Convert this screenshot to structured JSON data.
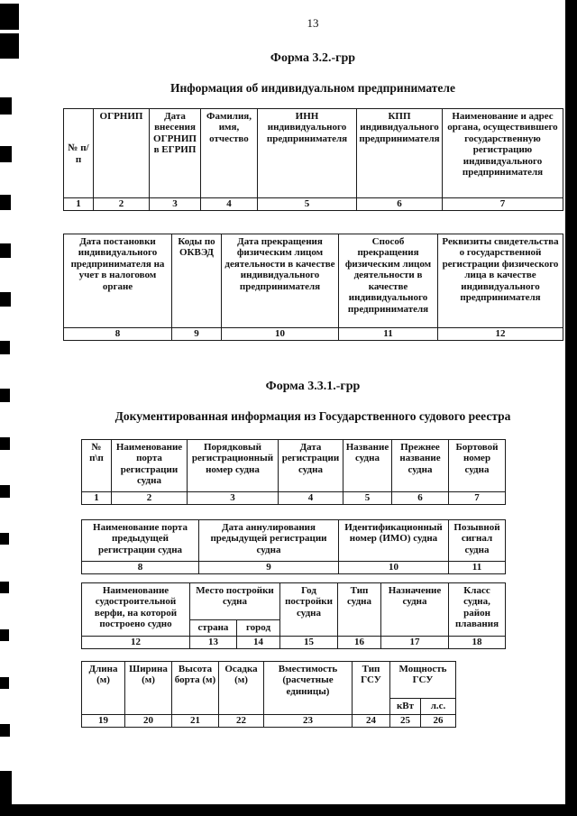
{
  "page": {
    "number": "13"
  },
  "form_32": {
    "label": "Форма 3.2.-грр",
    "title": "Информация об индивидуальном предпринимателе"
  },
  "form_331": {
    "label": "Форма 3.3.1.-грр",
    "title": "Документированная информация из Государственного судового реестра"
  },
  "table1": {
    "headers": [
      "№ п/п",
      "ОГРНИП",
      "Дата внесения ОГРНИП в ЕГРИП",
      "Фамилия, имя, отчество",
      "ИНН индивидуального предпринимателя",
      "КПП индивидуального предпринимателя",
      "Наименование и адрес органа, осуществившего государственную регистрацию индивидуального предпринимателя"
    ],
    "numbers": [
      "1",
      "2",
      "3",
      "4",
      "5",
      "6",
      "7"
    ]
  },
  "table2": {
    "headers": [
      "Дата постановки индивидуального предпринимателя на учет в налоговом органе",
      "Коды по ОКВЭД",
      "Дата прекращения физическим лицом деятельности в качестве индивидуального предпринимателя",
      "Способ прекращения физическим лицом деятельности в качестве индивидуального предпринимателя",
      "Реквизиты свидетельства о государственной регистрации физического лица в качестве индивидуального предпринимателя"
    ],
    "numbers": [
      "8",
      "9",
      "10",
      "11",
      "12"
    ]
  },
  "table3": {
    "headers": [
      "№ п\\п",
      "Наименование порта регистрации судна",
      "Порядковый регистрационный номер судна",
      "Дата регистрации судна",
      "Название судна",
      "Прежнее название судна",
      "Бортовой номер судна"
    ],
    "numbers": [
      "1",
      "2",
      "3",
      "4",
      "5",
      "6",
      "7"
    ]
  },
  "table4": {
    "headers": [
      "Наименование порта предыдущей регистрации судна",
      "Дата аннулирования предыдущей регистрации судна",
      "Идентификационный номер (ИМО) судна",
      "Позывной сигнал судна"
    ],
    "numbers": [
      "8",
      "9",
      "10",
      "11"
    ]
  },
  "table5": {
    "headers": [
      "Наименование судостроительной верфи, на которой построено судно",
      "Место постройки судна",
      "Год постройки судна",
      "Тип судна",
      "Назначение судна",
      "Класс судна, район плавания"
    ],
    "subheaders": [
      "страна",
      "город"
    ],
    "numbers": [
      "12",
      "13",
      "14",
      "15",
      "16",
      "17",
      "18"
    ]
  },
  "table6": {
    "headers": [
      "Длина (м)",
      "Ширина (м)",
      "Высота борта (м)",
      "Осадка (м)",
      "Вместимость (расчетные единицы)",
      "Тип ГСУ",
      "Мощность ГСУ"
    ],
    "subheaders": [
      "кВт",
      "л.с."
    ],
    "numbers": [
      "19",
      "20",
      "21",
      "22",
      "23",
      "24",
      "25",
      "26"
    ]
  }
}
